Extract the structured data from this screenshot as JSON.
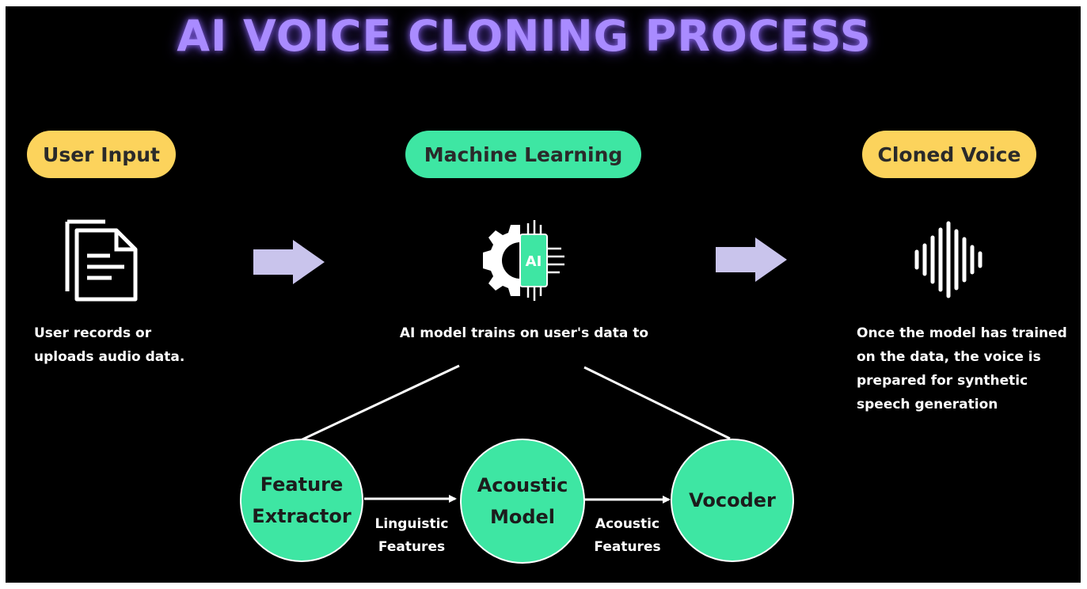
{
  "title": "AI VOICE CLONING PROCESS",
  "stages": [
    {
      "label": "User Input",
      "desc_lines": [
        "User records or",
        "uploads audio data."
      ],
      "icon": "document-icon"
    },
    {
      "label": "Machine Learning",
      "desc_lines": [
        "AI model trains on user's data to"
      ],
      "icon": "ai-chip-icon",
      "icon_text": "AI"
    },
    {
      "label": "Cloned Voice",
      "desc_lines": [
        "Once the model has trained",
        "on the data, the voice is",
        "prepared for synthetic",
        "speech generation"
      ],
      "icon": "sound-wave-icon"
    }
  ],
  "pipeline": {
    "nodes": [
      {
        "lines": [
          "Feature",
          "Extractor"
        ]
      },
      {
        "lines": [
          "Acoustic",
          "Model"
        ]
      },
      {
        "lines": [
          "Vocoder"
        ]
      }
    ],
    "edges": [
      {
        "lines": [
          "Linguistic",
          "Features"
        ]
      },
      {
        "lines": [
          "Acoustic",
          "Features"
        ]
      }
    ]
  },
  "colors": {
    "background": "#000000",
    "title": "#a98bff",
    "pill_yellow": "#fcd35c",
    "pill_green": "#3ee6a3",
    "arrow": "#c9c4ec",
    "text": "#ffffff"
  }
}
